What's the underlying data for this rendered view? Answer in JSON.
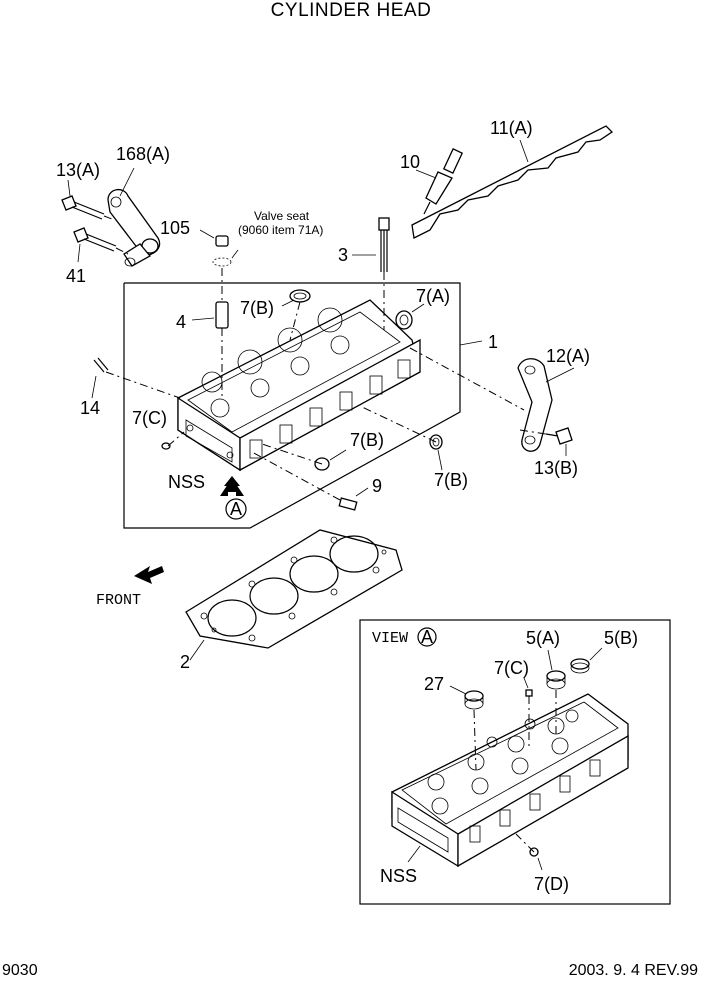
{
  "title": "CYLINDER HEAD",
  "footer": {
    "page_code": "9030",
    "revision": "2003. 9. 4 REV.99"
  },
  "labels": {
    "p13a": "13(A)",
    "p168a": "168(A)",
    "p41": "41",
    "p105": "105",
    "valve_seat_1": "Valve seat",
    "valve_seat_2": "(9060 item 71A)",
    "p10": "10",
    "p11a": "11(A)",
    "p3": "3",
    "p7b_top": "7(B)",
    "p7a": "7(A)",
    "p4": "4",
    "p1": "1",
    "p12a": "12(A)",
    "p14": "14",
    "p7c": "7(C)",
    "p7b_mid": "7(B)",
    "p7b_right": "7(B)",
    "p13b": "13(B)",
    "nss_main": "NSS",
    "p9": "9",
    "view_marker": "A",
    "front": "FRONT",
    "p2": "2"
  },
  "view_a": {
    "title_prefix": "VIEW",
    "title_marker": "A",
    "p5a": "5(A)",
    "p5b": "5(B)",
    "p7c": "7(C)",
    "p27": "27",
    "nss": "NSS",
    "p7d": "7(D)"
  }
}
